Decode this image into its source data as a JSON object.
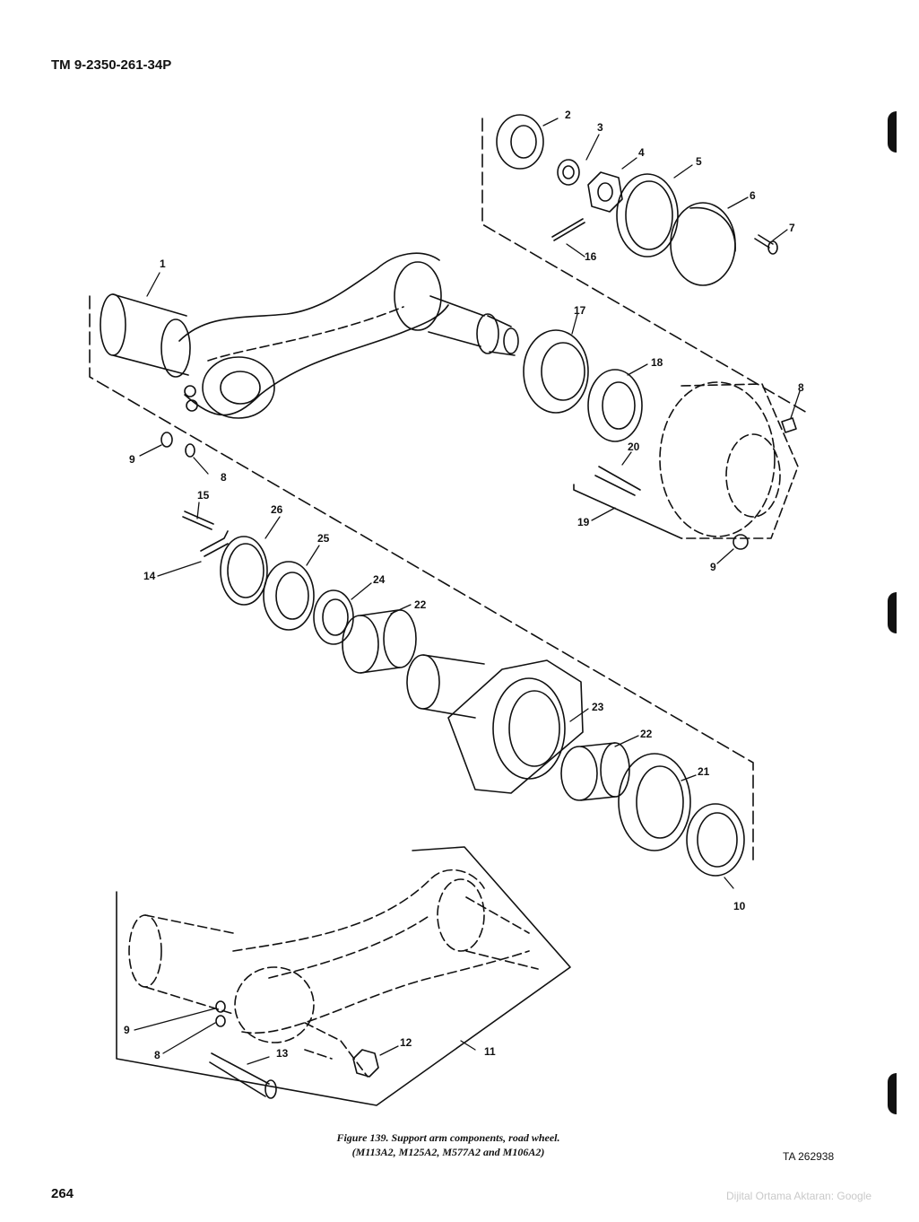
{
  "header": {
    "doc_number": "TM 9-2350-261-34P"
  },
  "callouts": [
    {
      "id": "c1",
      "label": "1"
    },
    {
      "id": "c2",
      "label": "2"
    },
    {
      "id": "c3",
      "label": "3"
    },
    {
      "id": "c4",
      "label": "4"
    },
    {
      "id": "c5",
      "label": "5"
    },
    {
      "id": "c6",
      "label": "6"
    },
    {
      "id": "c7",
      "label": "7"
    },
    {
      "id": "c8a",
      "label": "8"
    },
    {
      "id": "c8b",
      "label": "8"
    },
    {
      "id": "c8c",
      "label": "8"
    },
    {
      "id": "c9a",
      "label": "9"
    },
    {
      "id": "c9b",
      "label": "9"
    },
    {
      "id": "c9c",
      "label": "9"
    },
    {
      "id": "c10",
      "label": "10"
    },
    {
      "id": "c11",
      "label": "11"
    },
    {
      "id": "c12",
      "label": "12"
    },
    {
      "id": "c13",
      "label": "13"
    },
    {
      "id": "c14",
      "label": "14"
    },
    {
      "id": "c15",
      "label": "15"
    },
    {
      "id": "c16",
      "label": "16"
    },
    {
      "id": "c17",
      "label": "17"
    },
    {
      "id": "c18",
      "label": "18"
    },
    {
      "id": "c19",
      "label": "19"
    },
    {
      "id": "c20",
      "label": "20"
    },
    {
      "id": "c21",
      "label": "21"
    },
    {
      "id": "c22a",
      "label": "22"
    },
    {
      "id": "c22b",
      "label": "22"
    },
    {
      "id": "c23",
      "label": "23"
    },
    {
      "id": "c24",
      "label": "24"
    },
    {
      "id": "c25",
      "label": "25"
    },
    {
      "id": "c26",
      "label": "26"
    }
  ],
  "caption": {
    "line1": "Figure 139.  Support arm components, road wheel.",
    "line2": "(M113A2, M125A2, M577A2 and M106A2)"
  },
  "figure_id": "TA 262938",
  "page_number": "264",
  "watermark": "Dijital Ortama Aktaran: Google"
}
